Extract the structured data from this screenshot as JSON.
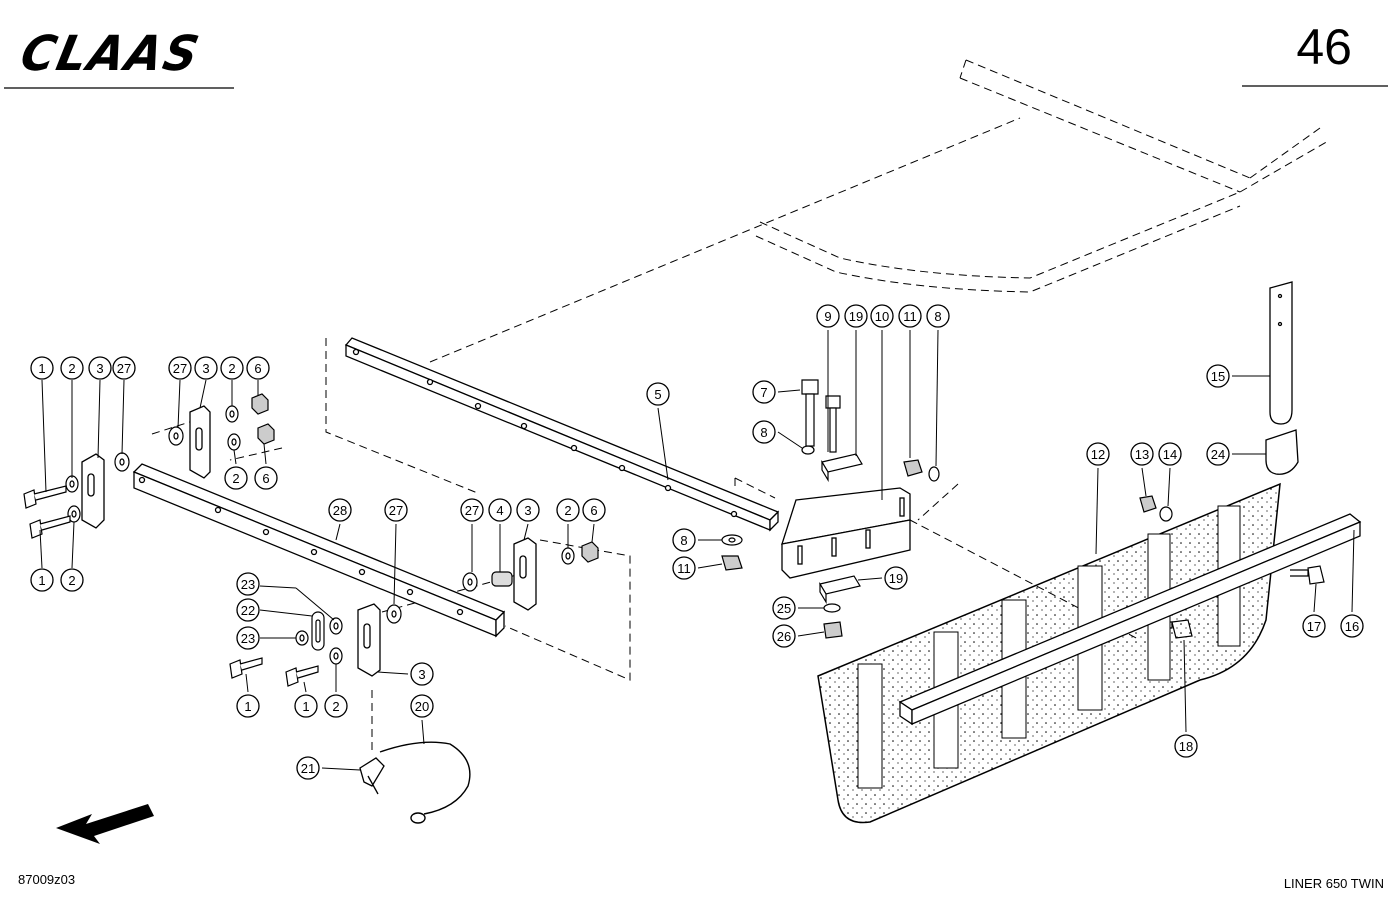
{
  "header": {
    "brand_logo": "CLAAS",
    "page_number": "46"
  },
  "footer": {
    "drawing_code": "87009z03",
    "model": "LINER 650 TWIN"
  },
  "callouts": [
    {
      "n": "1"
    },
    {
      "n": "2"
    },
    {
      "n": "3"
    },
    {
      "n": "27"
    },
    {
      "n": "27"
    },
    {
      "n": "3"
    },
    {
      "n": "2"
    },
    {
      "n": "6"
    },
    {
      "n": "2"
    },
    {
      "n": "6"
    },
    {
      "n": "1"
    },
    {
      "n": "2"
    },
    {
      "n": "5"
    },
    {
      "n": "28"
    },
    {
      "n": "27"
    },
    {
      "n": "27"
    },
    {
      "n": "4"
    },
    {
      "n": "3"
    },
    {
      "n": "2"
    },
    {
      "n": "6"
    },
    {
      "n": "23"
    },
    {
      "n": "22"
    },
    {
      "n": "23"
    },
    {
      "n": "3"
    },
    {
      "n": "1"
    },
    {
      "n": "1"
    },
    {
      "n": "2"
    },
    {
      "n": "20"
    },
    {
      "n": "21"
    },
    {
      "n": "9"
    },
    {
      "n": "19"
    },
    {
      "n": "10"
    },
    {
      "n": "11"
    },
    {
      "n": "8"
    },
    {
      "n": "7"
    },
    {
      "n": "8"
    },
    {
      "n": "8"
    },
    {
      "n": "11"
    },
    {
      "n": "19"
    },
    {
      "n": "25"
    },
    {
      "n": "26"
    },
    {
      "n": "12"
    },
    {
      "n": "13"
    },
    {
      "n": "14"
    },
    {
      "n": "24"
    },
    {
      "n": "15"
    },
    {
      "n": "17"
    },
    {
      "n": "16"
    },
    {
      "n": "18"
    }
  ]
}
